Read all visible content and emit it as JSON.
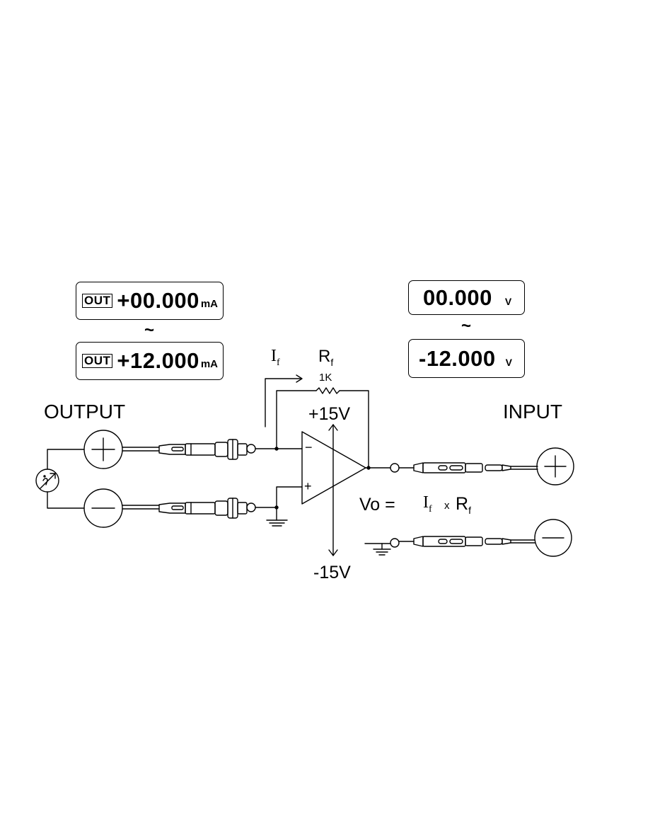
{
  "output_panel": {
    "heading": "OUTPUT",
    "badge": "OUT",
    "range_start": "+00.000",
    "range_end": "+12.000",
    "unit": "mA",
    "range_separator": "~"
  },
  "input_panel": {
    "heading": "INPUT",
    "range_start": "00.000",
    "range_end": "-12.000",
    "unit": "V",
    "range_separator": "~"
  },
  "circuit": {
    "feedback_current_symbol": "I",
    "feedback_current_sub": "f",
    "resistor_symbol": "R",
    "resistor_sub": "f",
    "resistor_value": "1K",
    "supply_positive": "+15V",
    "supply_negative": "-15V",
    "opamp_inverting_sign": "−",
    "opamp_noninverting_sign": "+",
    "formula_lhs": "Vo =",
    "formula_i": "I",
    "formula_i_sub": "f",
    "formula_times": "x",
    "formula_r": "R",
    "formula_r_sub": "f"
  },
  "icons": [
    "plus-terminal-icon",
    "minus-terminal-icon",
    "current-source-icon",
    "test-probe-icon",
    "ground-icon",
    "opamp-icon",
    "resistor-icon"
  ]
}
